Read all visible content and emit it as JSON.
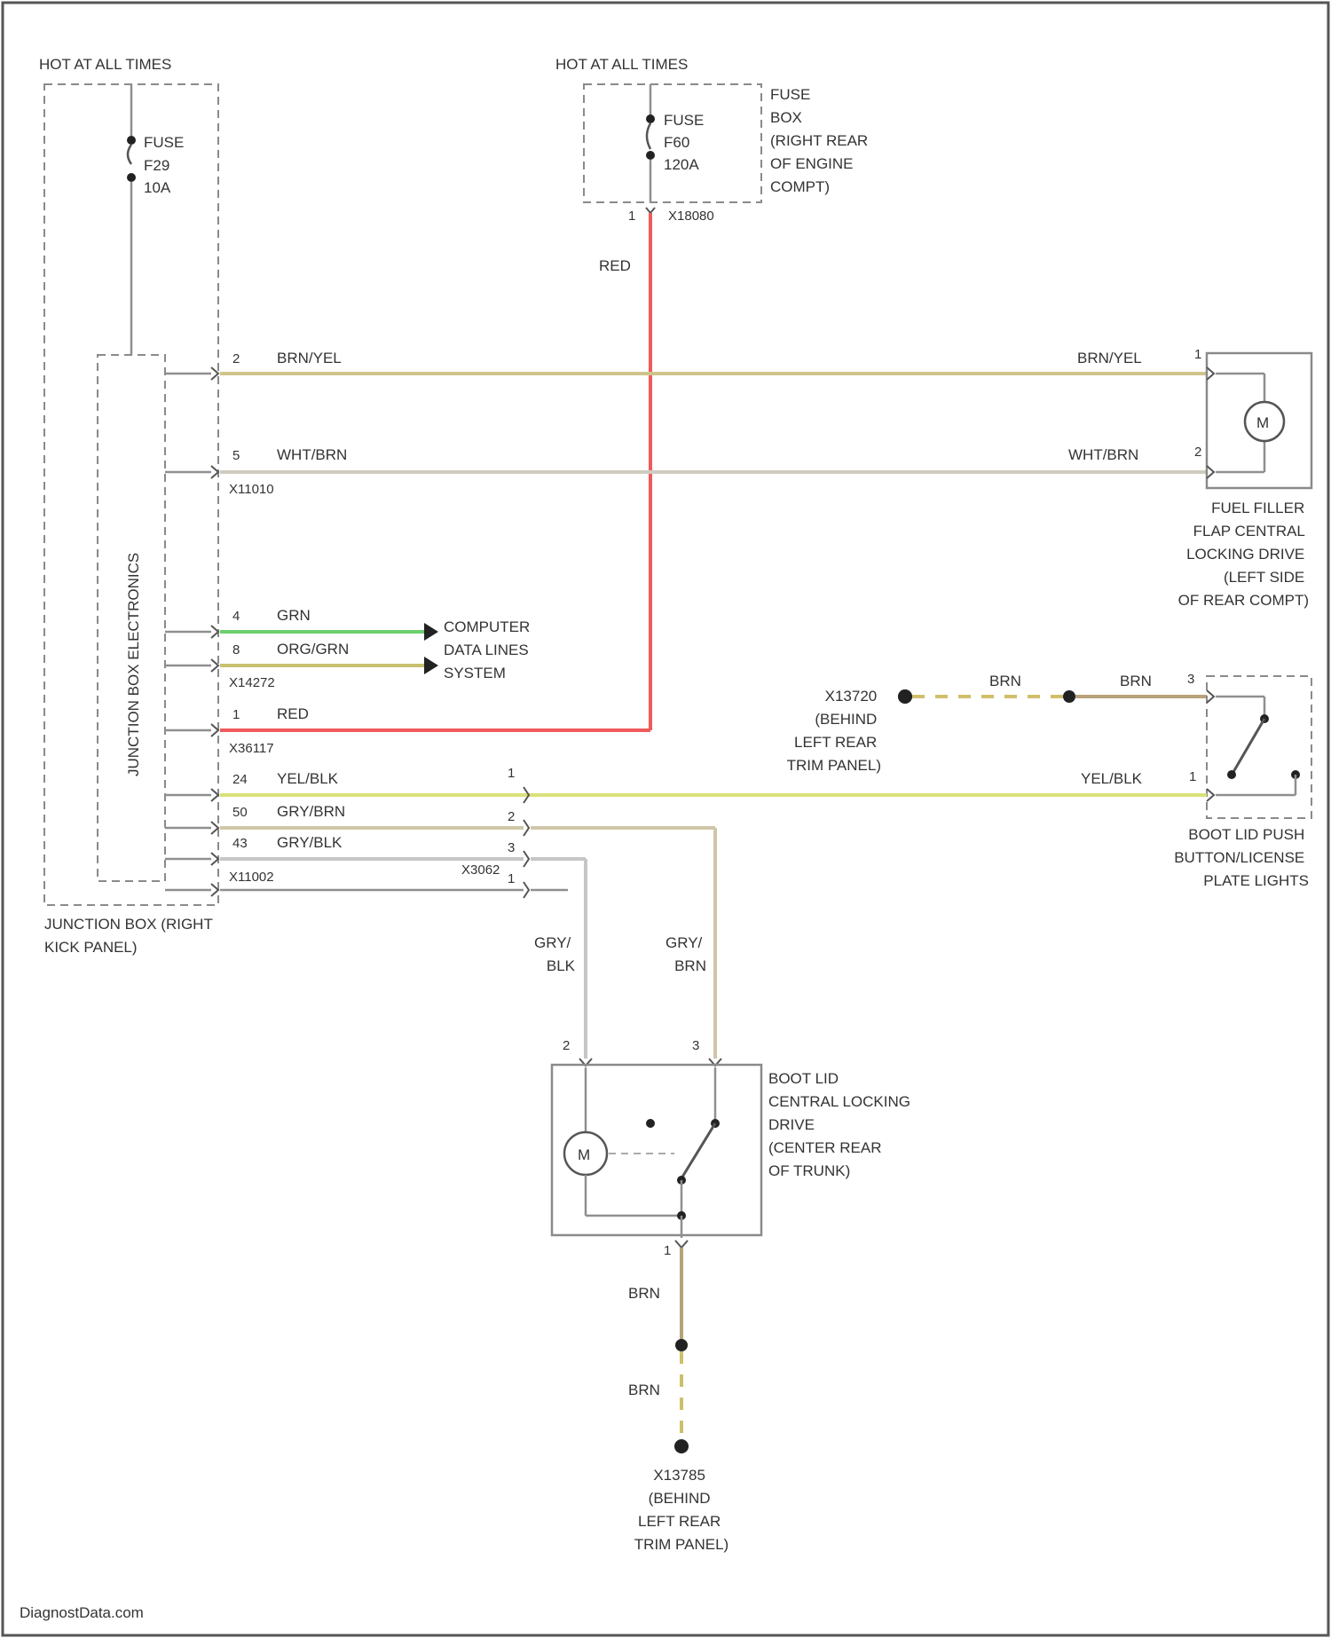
{
  "diagram": {
    "power_left": "HOT AT ALL TIMES",
    "power_top": "HOT AT ALL TIMES",
    "fuse_f29": [
      "FUSE",
      "F29",
      "10A"
    ],
    "fuse_f60": [
      "FUSE",
      "F60",
      "120A"
    ],
    "fuse_box_label": [
      "FUSE",
      "BOX",
      "(RIGHT REAR",
      "OF ENGINE",
      "COMPT)"
    ],
    "conn_x18080": "X18080",
    "wire_red_top": "RED",
    "pin_1_top": "1",
    "jbe_label": "JUNCTION BOX ELECTRONICS",
    "junction_box_label": [
      "JUNCTION BOX (RIGHT",
      "KICK PANEL)"
    ],
    "pin_2": "2",
    "wire_brn_yel_left": "BRN/YEL",
    "wire_brn_yel_right": "BRN/YEL",
    "fuel_pin_1": "1",
    "pin_5": "5",
    "wire_wht_brn_left": "WHT/BRN",
    "wire_wht_brn_right": "WHT/BRN",
    "fuel_pin_2": "2",
    "conn_x11010": "X11010",
    "fuel_label": [
      "FUEL FILLER",
      "FLAP CENTRAL",
      "LOCKING DRIVE",
      "(LEFT SIDE",
      "OF REAR COMPT)"
    ],
    "motor_symbol": "M",
    "pin_4": "4",
    "wire_grn": "GRN",
    "pin_8": "8",
    "wire_org_grn": "ORG/GRN",
    "conn_x14272": "X14272",
    "computer_label": [
      "COMPUTER",
      "DATA LINES",
      "SYSTEM"
    ],
    "pin_1_red": "1",
    "wire_red_bottom": "RED",
    "conn_x36117": "X36117",
    "ground_x13720_label": [
      "X13720",
      "(BEHIND",
      "LEFT REAR",
      "TRIM PANEL)"
    ],
    "wire_brn_a": "BRN",
    "wire_brn_b": "BRN",
    "boot_pin_3": "3",
    "pin_24": "24",
    "wire_yel_blk_left": "YEL/BLK",
    "wire_yel_blk_right": "YEL/BLK",
    "boot_pin_1": "1",
    "pin_50": "50",
    "wire_gry_brn_left": "GRY/BRN",
    "pin_43": "43",
    "wire_gry_blk_left": "GRY/BLK",
    "conn_x11002": "X11002",
    "conn_x3062": "X3062",
    "x3062_pins": [
      "1",
      "2",
      "3",
      "1"
    ],
    "boot_switch_label": [
      "BOOT LID PUSH",
      "BUTTON/LICENSE",
      "PLATE LIGHTS"
    ],
    "wire_gry_blk_vert": [
      "GRY/",
      "BLK"
    ],
    "wire_gry_brn_vert": [
      "GRY/",
      "BRN"
    ],
    "drive_pin_2": "2",
    "drive_pin_3": "3",
    "drive_pin_1": "1",
    "boot_drive_label": [
      "BOOT LID",
      "CENTRAL LOCKING",
      "DRIVE",
      "(CENTER REAR",
      "OF TRUNK)"
    ],
    "wire_brn_vert_a": "BRN",
    "wire_brn_vert_b": "BRN",
    "ground_x13785_label": [
      "X13785",
      "(BEHIND",
      "LEFT REAR",
      "TRIM PANEL)"
    ],
    "watermark": "DiagnostData.com",
    "colors": {
      "red": "#f05a5a",
      "brn_yel": "#cfc58a",
      "wht_brn": "#cfcbbf",
      "grn": "#6ccf6c",
      "org_grn": "#c9c070",
      "yel_blk": "#d9e27a",
      "brn": "#b8a27a",
      "gry_brn": "#cfc6a8",
      "gry_blk": "#c6c6c6"
    }
  }
}
